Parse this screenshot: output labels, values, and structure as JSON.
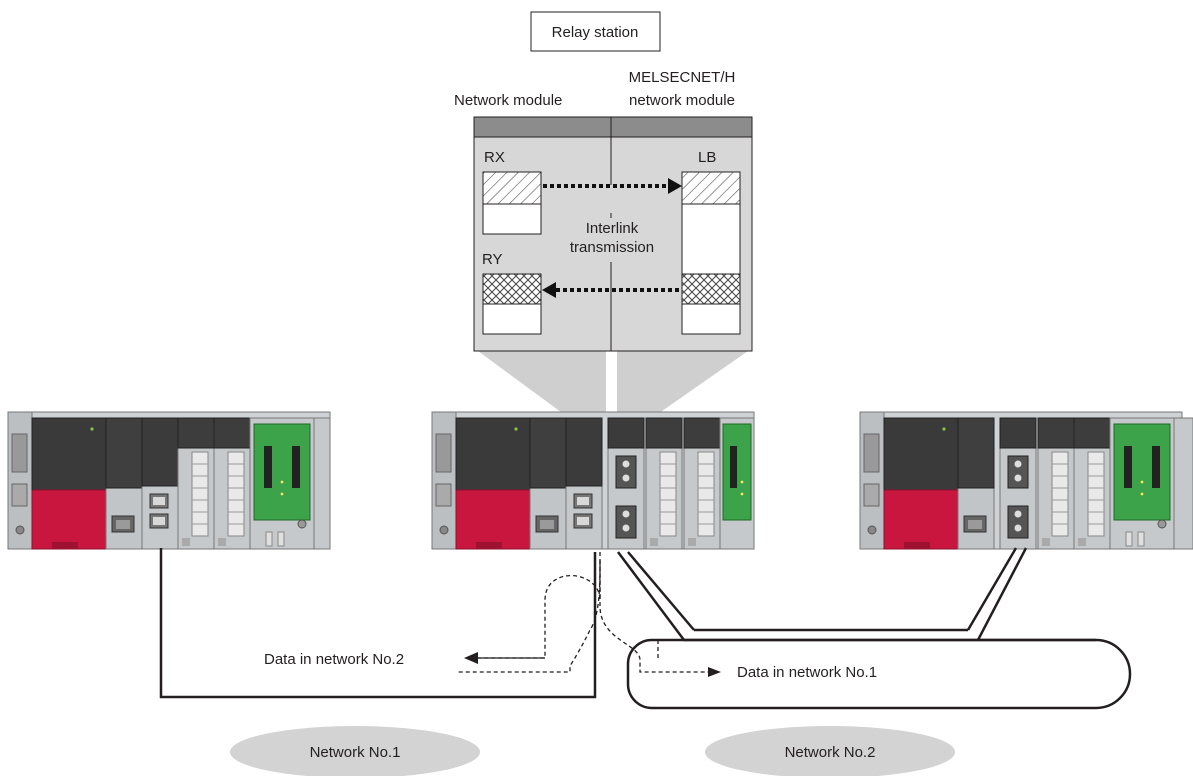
{
  "relay_station_label": "Relay station",
  "left_module_label": "Network module",
  "right_module_label_line1": "MELSECNET/H",
  "right_module_label_line2": "network module",
  "rx_label": "RX",
  "ry_label": "RY",
  "lb_label": "LB",
  "interlink_line1": "Interlink",
  "interlink_line2": "transmission",
  "data_network2_label": "Data in network No.2",
  "data_network1_label": "Data in network No.1",
  "ellipse_network1_label": "Network No.1",
  "ellipse_network2_label": "Network No.2",
  "colors": {
    "cpu_red": "#c8163f",
    "board_green": "#3da34a",
    "module_dark": "#3a3a3a",
    "panel_gray": "#d7d7d7",
    "header_gray": "#8c8c8c",
    "ellipse_gray": "#d3d3d3"
  }
}
